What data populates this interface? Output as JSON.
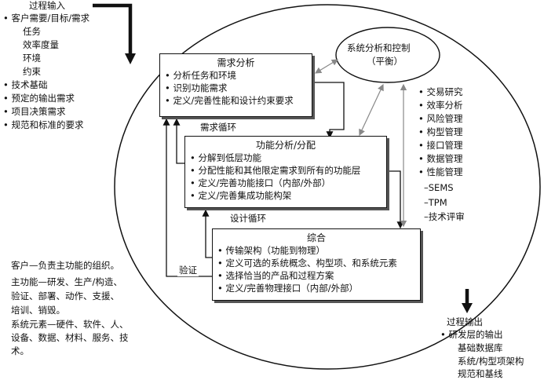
{
  "process_input": {
    "title": "过程输入",
    "items": [
      "• 客户需要/目标/需求",
      "任务",
      "效率度量",
      "环境",
      "约束",
      "• 技术基础",
      "• 预定的输出需求",
      "• 项目决策需求",
      "• 规范和标准的要求"
    ]
  },
  "requirements_analysis": {
    "title": "需求分析",
    "items": [
      "• 分析任务和环境",
      "• 识别功能需求",
      "• 定义/完善性能和设计约束要求"
    ]
  },
  "functional_analysis": {
    "title": "功能分析/分配",
    "items": [
      "• 分解到低层功能",
      "• 分配性能和其他限定需求到所有的功能层",
      "• 定义/完善功能接口（内部/外部）",
      "• 定义/完善集成功能构架"
    ]
  },
  "synthesis": {
    "title": "综合",
    "items": [
      "• 传输架构（功能到物理）",
      "• 定义可选的系统概念、构型项、和系统元素",
      "• 选择恰当的产品和过程方案",
      "• 定义/完善物理接口（内部/外部）"
    ]
  },
  "control": {
    "line1": "系统分析和控制",
    "line2": "（平衡）"
  },
  "control_items": [
    "• 交易研究",
    "• 效率分析",
    "• 风险管理",
    "• 构型管理",
    "• 接口管理",
    "• 数据管理",
    "• 性能管理",
    "–SEMS",
    "–TPM",
    "–技术评审"
  ],
  "loops": {
    "requirements": "需求循环",
    "design": "设计循环",
    "verification": "验证"
  },
  "notes": [
    "客户—负责主功能的组织。",
    "主功能—研发、生产/构造、",
    "验证、部署、动作、支援、",
    "培训、销毁。",
    "系统元素—硬件、软件、人、",
    "设备、数据、材料、服务、技",
    "术。"
  ],
  "process_output": {
    "title": "过程输出",
    "items": [
      "• 研发层的输出",
      "基础数据库",
      "系统/构型项架构",
      "规范和基线"
    ]
  }
}
